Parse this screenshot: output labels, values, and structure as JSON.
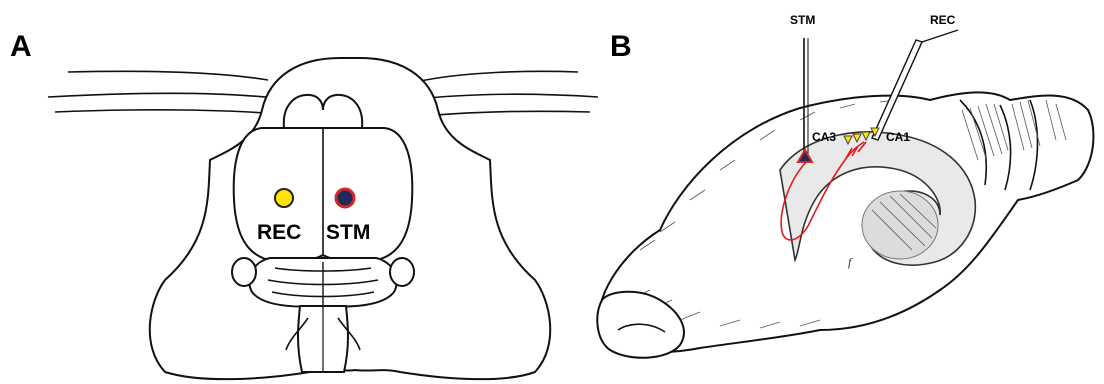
{
  "panel_a": {
    "letter": "A",
    "rec_label": "REC",
    "stm_label": "STM",
    "rec_color": "#ffe500",
    "stm_fill": "#1f2a5a",
    "stm_ring": "#d62728"
  },
  "panel_b": {
    "letter": "B",
    "stm_label": "STM",
    "rec_label": "REC",
    "ca3_label": "CA3",
    "ca1_label": "CA1",
    "f_label": "f",
    "pathway_color": "#e31a1c",
    "cell_color": "#ffe500"
  }
}
